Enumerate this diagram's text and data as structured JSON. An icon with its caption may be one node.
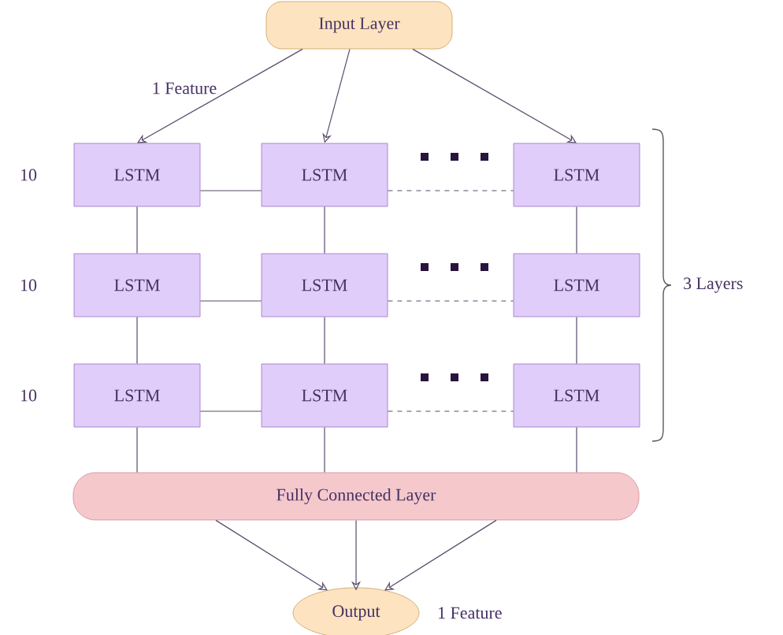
{
  "diagram": {
    "nodes": [
      {
        "text": [
          "Input Layer"
        ]
      },
      {
        "text": [
          "LSTM"
        ]
      },
      {
        "text": [
          "LSTM"
        ]
      },
      {
        "text": [
          "LSTM"
        ]
      },
      {
        "text": [
          "LSTM"
        ]
      },
      {
        "text": [
          "LSTM"
        ]
      },
      {
        "text": [
          "LSTM"
        ]
      },
      {
        "text": [
          "LSTM"
        ]
      },
      {
        "text": [
          "LSTM"
        ]
      },
      {
        "text": [
          "LSTM"
        ]
      },
      {
        "text": [
          "Fully Connected Layer"
        ]
      },
      {
        "text": [
          "Output"
        ],
        "beside": [
          "1 Feature"
        ]
      }
    ],
    "edges": [
      {
        "from": 0,
        "to": 1,
        "arrow": "to",
        "label": "1 Feature"
      },
      {
        "from": 0,
        "to": 2,
        "arrow": "to"
      },
      {
        "from": 0,
        "to": 3,
        "arrow": "to"
      },
      {
        "from": 1,
        "to": 2,
        "arrow": "none"
      },
      {
        "from": 2,
        "to": 3,
        "arrow": "none",
        "style": "dashed"
      },
      {
        "from": 4,
        "to": 5,
        "arrow": "none"
      },
      {
        "from": 5,
        "to": 6,
        "arrow": "none",
        "style": "dashed"
      },
      {
        "from": 7,
        "to": 8,
        "arrow": "none"
      },
      {
        "from": 8,
        "to": 9,
        "arrow": "none",
        "style": "dashed"
      },
      {
        "from": 1,
        "to": 4,
        "arrow": "none"
      },
      {
        "from": 4,
        "to": 7,
        "arrow": "none"
      },
      {
        "from": 2,
        "to": 5,
        "arrow": "none"
      },
      {
        "from": 5,
        "to": 8,
        "arrow": "none"
      },
      {
        "from": 3,
        "to": 6,
        "arrow": "none"
      },
      {
        "from": 6,
        "to": 9,
        "arrow": "none"
      },
      {
        "from": 7,
        "to": 10,
        "arrow": "none"
      },
      {
        "from": 8,
        "to": 10,
        "arrow": "none"
      },
      {
        "from": 9,
        "to": 10,
        "arrow": "none"
      },
      {
        "from": 10,
        "to": 11,
        "arrow": "to"
      },
      {
        "from": 10,
        "to": 11,
        "arrow": "to"
      },
      {
        "from": 10,
        "to": 11,
        "arrow": "to"
      }
    ],
    "labels": [
      "10",
      "10",
      "10",
      "3 Layers"
    ]
  }
}
